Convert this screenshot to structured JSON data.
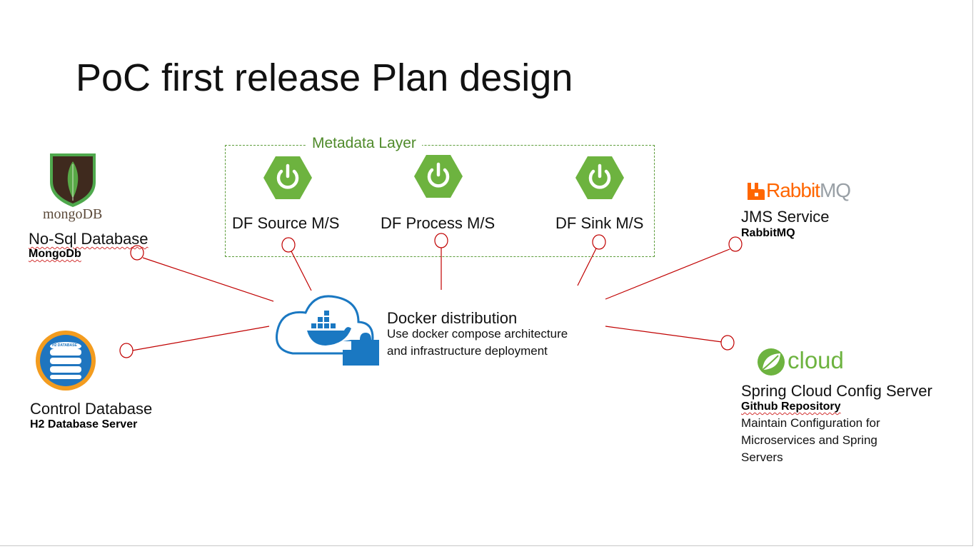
{
  "slide": {
    "title": "PoC first release Plan design",
    "metadata_layer": {
      "label": "Metadata Layer",
      "services": [
        {
          "label": "DF Source M/S",
          "icon": "spring-power-icon"
        },
        {
          "label": "DF Process M/S",
          "icon": "spring-power-icon"
        },
        {
          "label": "DF Sink M/S",
          "icon": "spring-power-icon"
        }
      ]
    },
    "mongodb": {
      "logo_text": "mongoDB",
      "label": "No-Sql Database",
      "sublabel": "MongoDb"
    },
    "h2": {
      "logo_text": "H2 DATABASE",
      "label": "Control Database",
      "sublabel": "H2 Database Server"
    },
    "docker": {
      "label": "Docker distribution",
      "desc_line1": "Use docker compose architecture",
      "desc_line2": "and infrastructure deployment"
    },
    "rabbitmq": {
      "logo_text_a": "Rabbit",
      "logo_text_b": "MQ",
      "label": "JMS Service",
      "sublabel": "RabbitMQ"
    },
    "spring_cloud": {
      "logo_text": "cloud",
      "label": "Spring Cloud Config Server",
      "sublabel": "Github Repository",
      "desc_line1": "Maintain Configuration for",
      "desc_line2": "Microservices and Spring",
      "desc_line3": "Servers"
    },
    "colors": {
      "spring_green": "#6db33f",
      "connector_red": "#c00000",
      "docker_blue": "#1a78c2",
      "mongo_green": "#4fa94d",
      "rabbit_orange": "#ff6600",
      "metadata_green": "#4f8a2a"
    }
  }
}
